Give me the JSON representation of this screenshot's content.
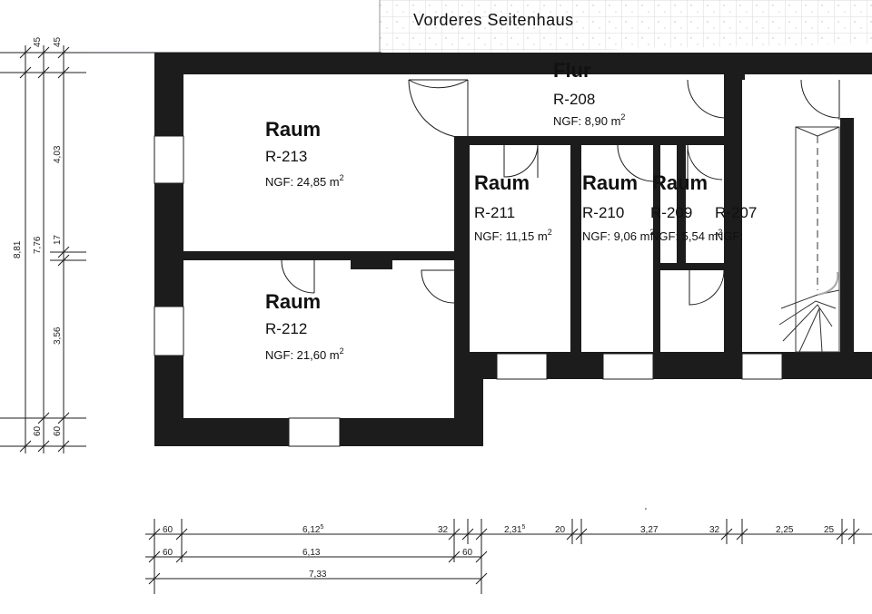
{
  "building_label": "Vorderes Seitenhaus",
  "rooms": [
    {
      "title": "Raum",
      "id": "R-213",
      "area": "NGF: 24,85 m",
      "sup": "2"
    },
    {
      "title": "Raum",
      "id": "R-212",
      "area": "NGF: 21,60 m",
      "sup": "2"
    },
    {
      "title": "Flur",
      "id": "R-208",
      "area": "NGF: 8,90 m",
      "sup": "2"
    },
    {
      "title": "Raum",
      "id": "R-211",
      "area": "NGF: 11,15 m",
      "sup": "2"
    },
    {
      "title": "Raum",
      "id": "R-210",
      "area": "NGF: 9,06 m",
      "sup": "2"
    },
    {
      "title": "Raum",
      "id": "R-209",
      "area": "NGF: 5,54 m",
      "sup": "2"
    },
    {
      "title": "",
      "id": "R-207",
      "area": "NGF:",
      "sup": ""
    }
  ],
  "vertical_dims": {
    "outer": [
      "8,81"
    ],
    "middle": [
      "7,76"
    ],
    "inner": [
      "45",
      "4,03",
      "17",
      "3,56",
      "60"
    ],
    "left": [
      "45",
      "60"
    ]
  },
  "horizontal_dims": {
    "row1": [
      "60",
      "6,12",
      "32",
      "2,31",
      "20",
      "3,27",
      "32",
      "2,25",
      "25"
    ],
    "row1_sup": [
      "5",
      "5"
    ],
    "row2": [
      "60",
      "6,13",
      "60"
    ],
    "row3": [
      "7,33"
    ],
    "tick_mark": "'"
  }
}
